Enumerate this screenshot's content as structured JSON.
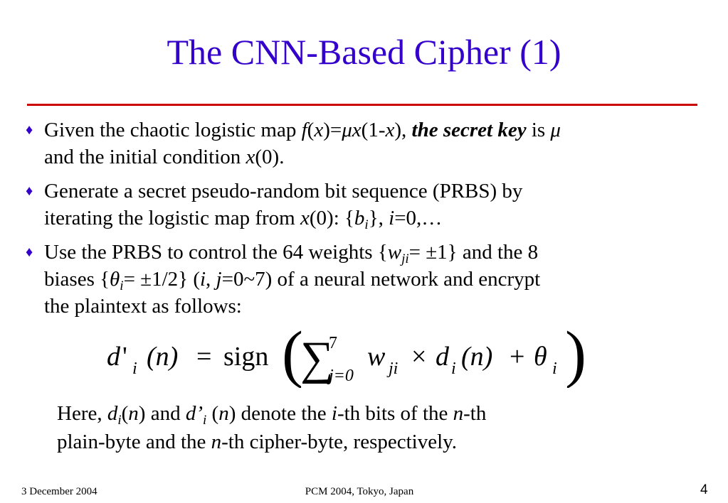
{
  "slide": {
    "title": "The CNN-Based Cipher (1)",
    "colors": {
      "title": "#3300cc",
      "rule": "#cc0000",
      "bullet": "#3300cc"
    }
  },
  "bullets": {
    "marker": "♦",
    "b1": {
      "t1": "Given the chaotic logistic map ",
      "f": "f",
      "p1": "(",
      "x": "x",
      "p2": ")=",
      "mu": "μ",
      "x2": "x",
      "p3": "(1-",
      "x3": "x",
      "p4": "), ",
      "key": "the secret key",
      "t2": " is ",
      "mu2": "μ",
      "t3": "and the initial condition ",
      "x4": "x",
      "t4": "(0)."
    },
    "b2": {
      "t1": "Generate a secret pseudo-random bit sequence (PRBS) by",
      "t2": "iterating the logistic map from ",
      "x": "x",
      "t3": "(0): {",
      "b": "b",
      "i": "i",
      "t4": "}, ",
      "i2": "i",
      "t5": "=0,…"
    },
    "b3": {
      "t1": "Use the PRBS to control the 64 weights {",
      "w": "w",
      "ji": "ji",
      "t2": "= ±1} and the 8",
      "t3": "biases {",
      "theta": "θ",
      "i": "i",
      "t4": "= ±1/2} (",
      "i2": "i",
      "t5": ", ",
      "j": "j",
      "t6": "=0~7) of a neural network and encrypt",
      "t7": "the plaintext as follows:"
    }
  },
  "equation": {
    "lhs_d": "d",
    "lhs_prime": "'",
    "lhs_i": "i",
    "lhs_n": "(n)",
    "eq": "=",
    "sign": "sign",
    "lparen": "(",
    "sigma": "∑",
    "upper": "7",
    "lower": "j=0",
    "w": "w",
    "ji": "ji",
    "times": "×",
    "d": "d",
    "i": "i",
    "n": "(n)",
    "plus": "+",
    "theta": "θ",
    "theta_i": "i",
    "rparen": ")"
  },
  "note": {
    "t1": "Here, ",
    "d": "d",
    "i": "i",
    "n1": "(",
    "n": "n",
    "n2": ")",
    "t2": " and ",
    "dp": "d’",
    "ip": "i",
    "n3": " (",
    "nn": "n",
    "n4": ")",
    "t3": " denote the ",
    "ith": "i",
    "t4": "-th bits of the ",
    "nth": "n",
    "t5": "-th",
    "t6": "plain-byte and the ",
    "nth2": "n",
    "t7": "-th cipher-byte, respectively."
  },
  "footer": {
    "date": "3 December 2004",
    "venue": "PCM 2004, Tokyo, Japan",
    "page": "4"
  }
}
